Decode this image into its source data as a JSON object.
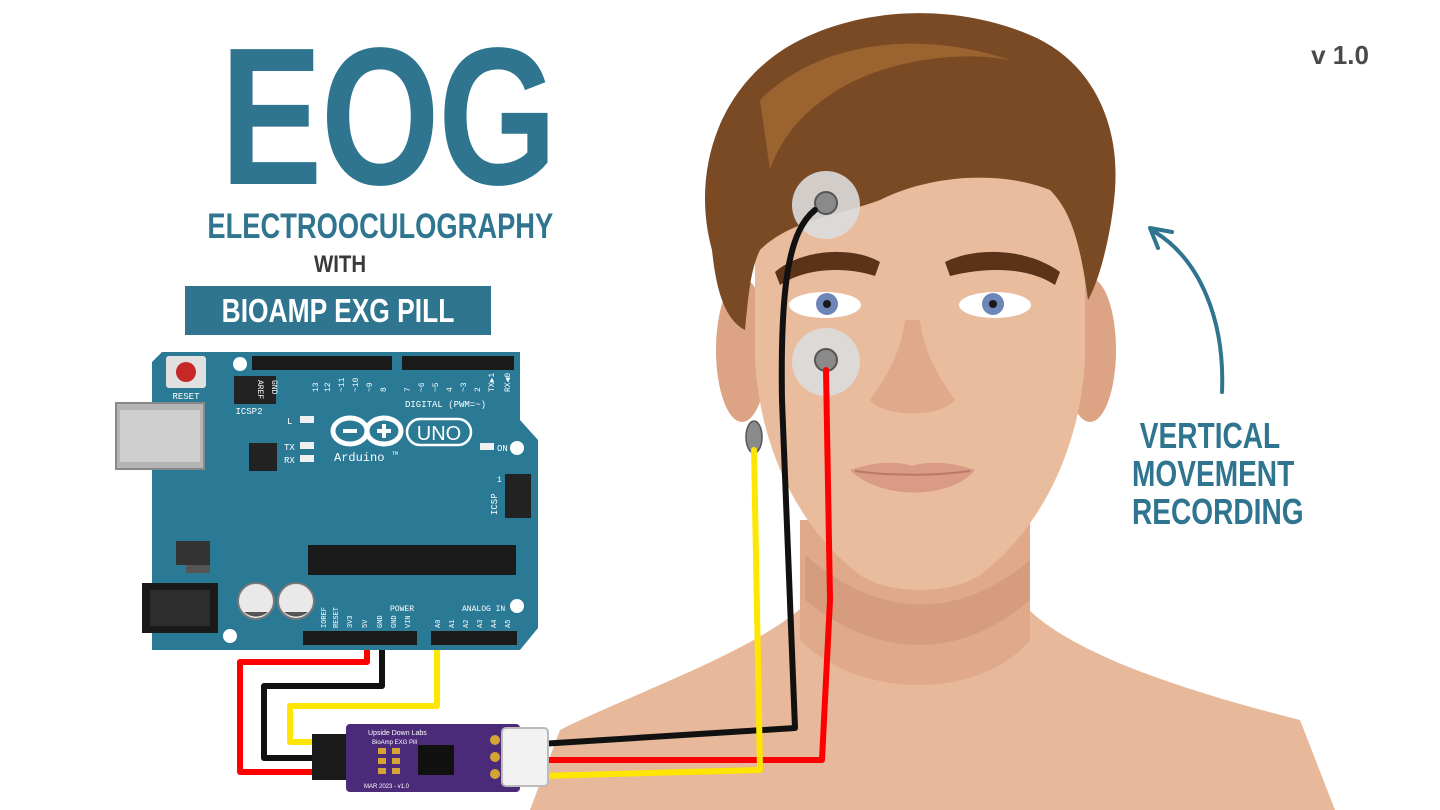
{
  "title": "EOG",
  "subtitle": "ELECTROOCULOGRAPHY",
  "with_text": "WITH",
  "product": "BIOAMP EXG PILL",
  "version": "v 1.0",
  "annotation": [
    "VERTICAL",
    "MOVEMENT",
    "RECORDING"
  ],
  "board": {
    "reset": "RESET",
    "icsp2": "ICSP2",
    "icsp": "ICSP",
    "aref": "AREF",
    "gnd": "GND",
    "digital": "DIGITAL (PWM=~)",
    "digital_pins": [
      "13",
      "12",
      "~11",
      "~10",
      "~9",
      "8",
      "7",
      "~6",
      "~5",
      "4",
      "~3",
      "2",
      "TX▶1",
      "RX◀0"
    ],
    "l": "L",
    "tx": "TX",
    "rx": "RX",
    "on": "ON",
    "uno": "UNO",
    "arduino": "Arduino",
    "tm": "TM",
    "one": "1",
    "power": "POWER",
    "analog_in": "ANALOG IN",
    "power_pins": [
      "IOREF",
      "RESET",
      "3V3",
      "5V",
      "GND",
      "GND",
      "VIN"
    ],
    "analog_pins": [
      "A0",
      "A1",
      "A2",
      "A3",
      "A4",
      "A5"
    ]
  },
  "pill": {
    "brand": "Upside Down Labs",
    "name": "BioAmp EXG Pill",
    "date": "MAR 2023 - v1.0"
  },
  "colors": {
    "brand_blue": "#2f7590",
    "board_blue": "#2a7a96",
    "wire_red": "#ff0000",
    "wire_black": "#111111",
    "wire_yellow": "#ffe600",
    "pill_purple": "#4b2a7a",
    "skin": "#e7b899",
    "hair": "#7a4a25"
  }
}
